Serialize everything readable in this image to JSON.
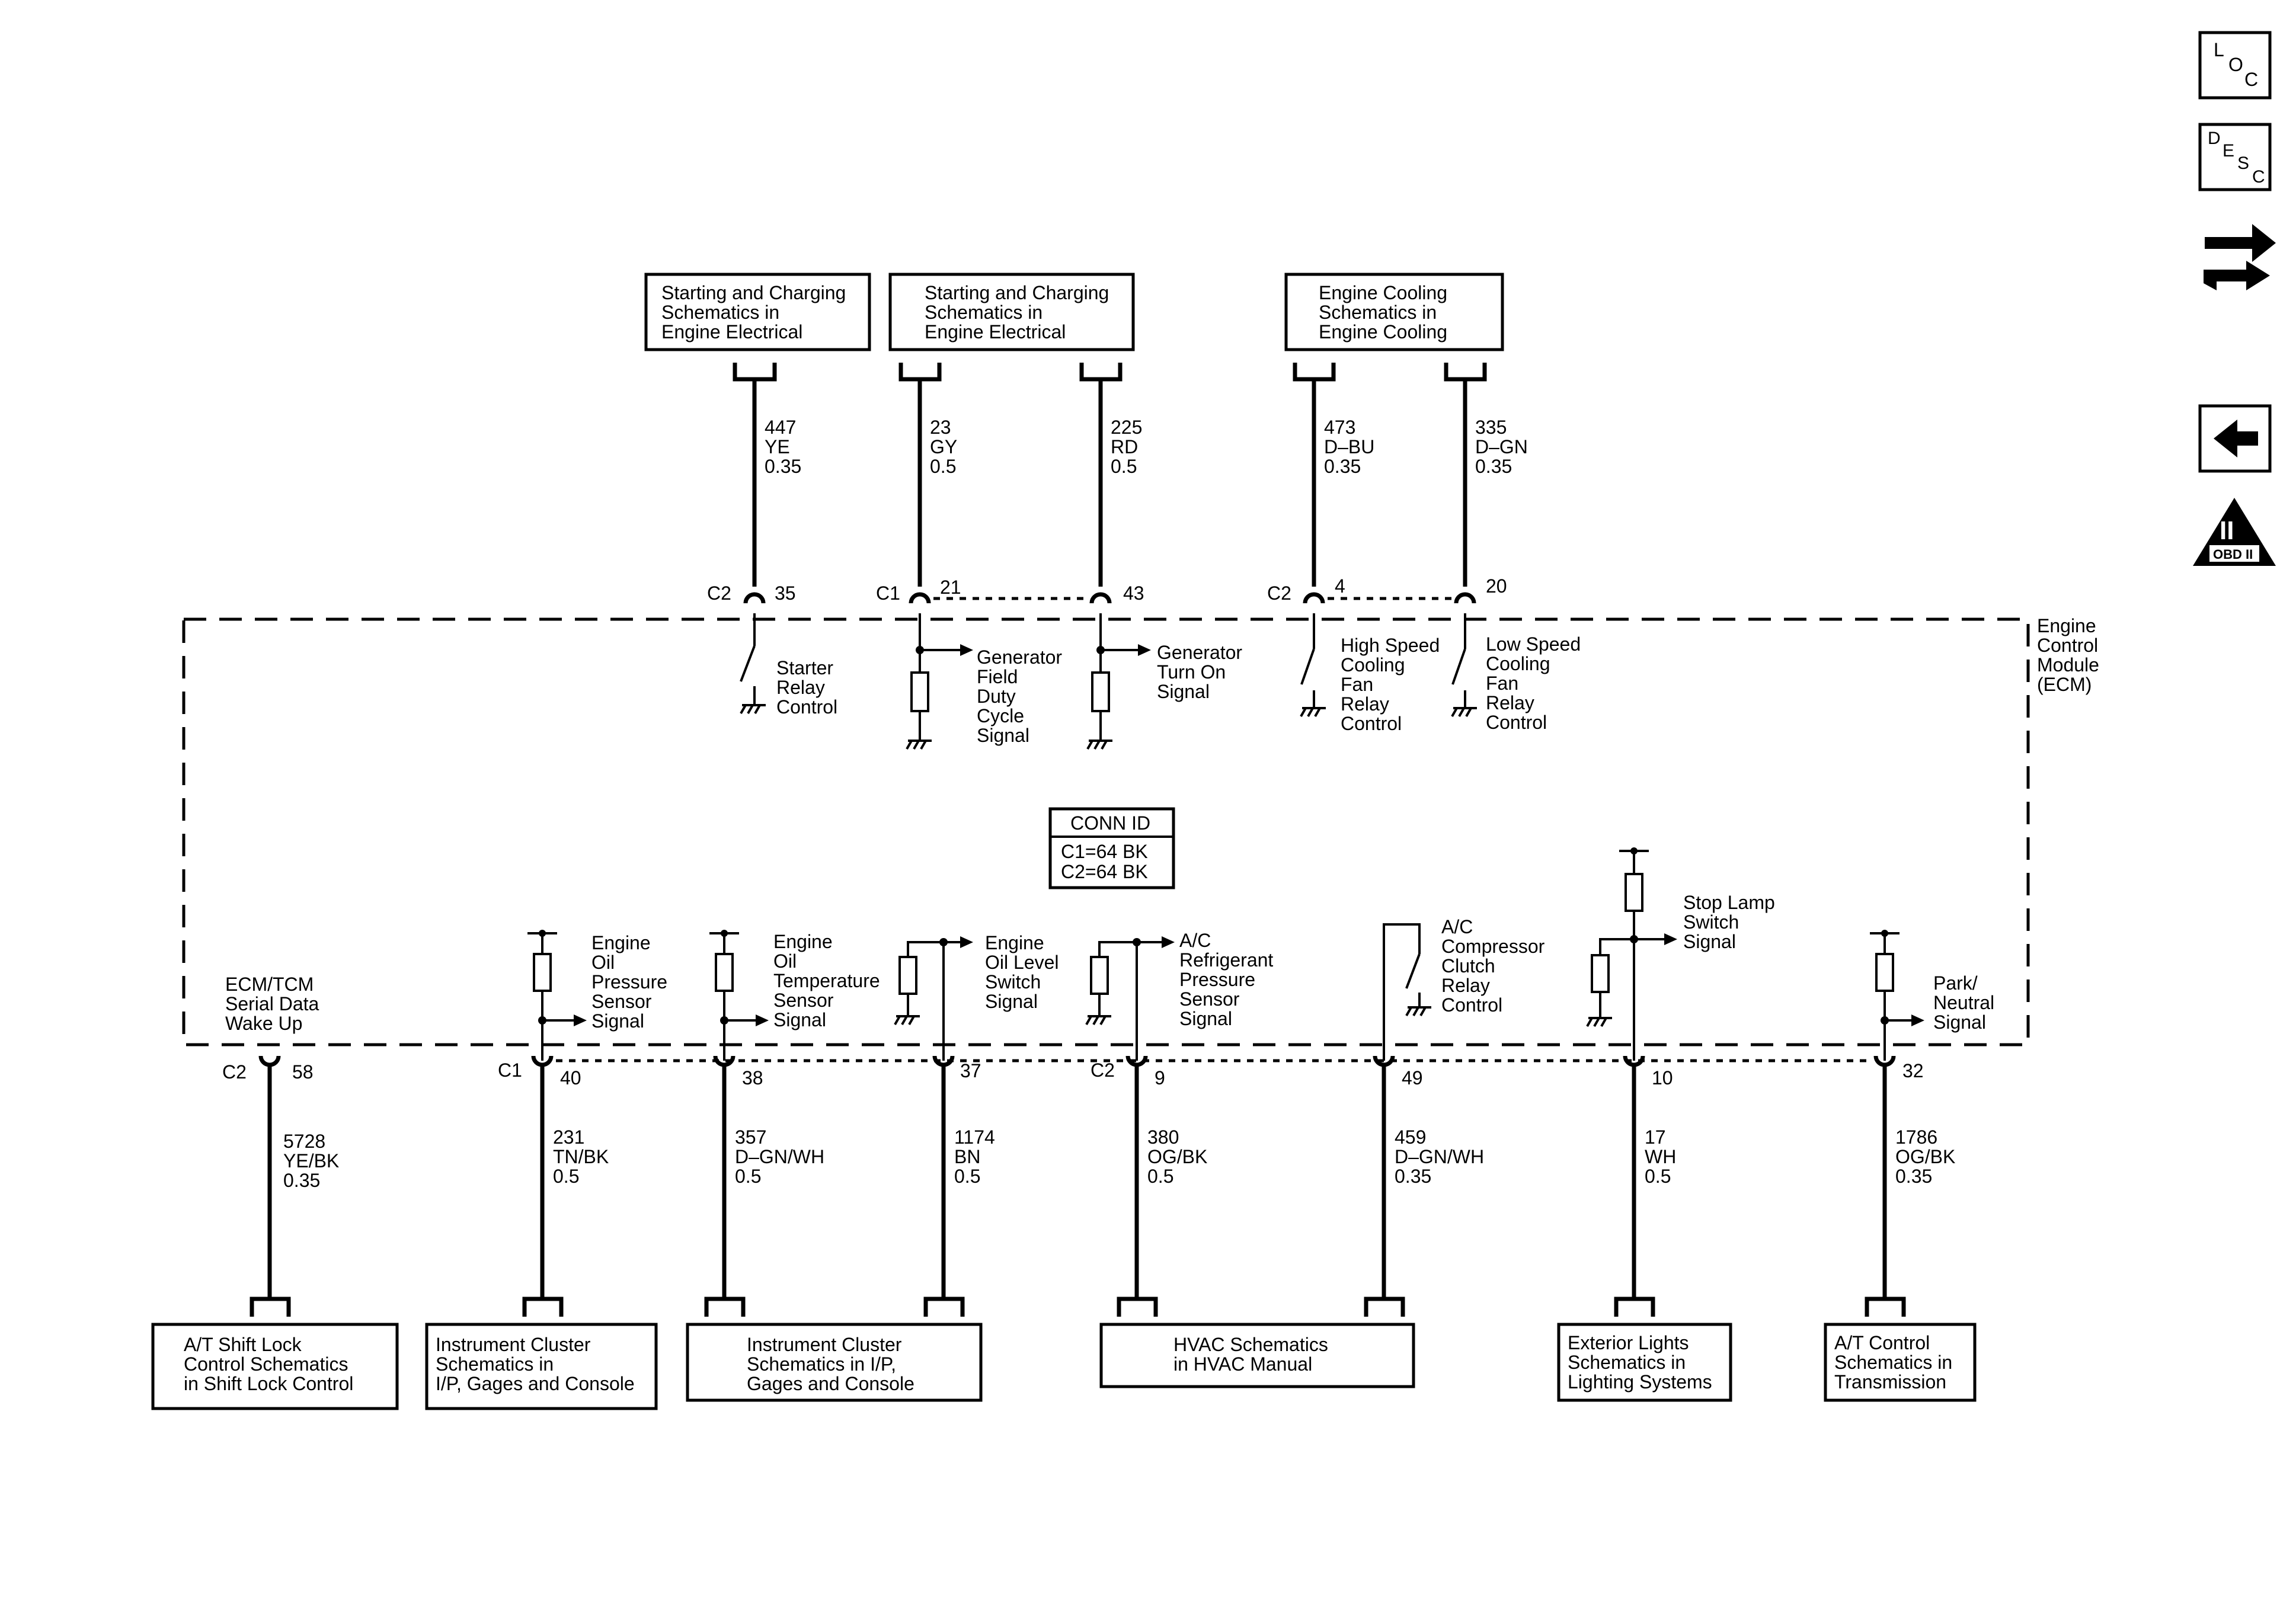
{
  "top_refs": [
    {
      "id": "ref-starting-charging-1",
      "lines": [
        "Starting and Charging",
        "Schematics in",
        "Engine Electrical"
      ]
    },
    {
      "id": "ref-starting-charging-2",
      "lines": [
        "Starting and Charging",
        "Schematics in",
        "Engine Electrical"
      ]
    },
    {
      "id": "ref-engine-cooling",
      "lines": [
        "Engine Cooling",
        "Schematics in",
        "Engine Cooling"
      ]
    }
  ],
  "top_wires": [
    {
      "circuit": "447",
      "color": "YE",
      "gauge": "0.35",
      "connector": "C2",
      "pin": "35",
      "function": [
        "Starter",
        "Relay",
        "Control"
      ]
    },
    {
      "circuit": "23",
      "color": "GY",
      "gauge": "0.5",
      "connector": "C1",
      "pin": "21",
      "function": [
        "Generator",
        "Field",
        "Duty",
        "Cycle",
        "Signal"
      ]
    },
    {
      "circuit": "225",
      "color": "RD",
      "gauge": "0.5",
      "connector": "",
      "pin": "43",
      "function": [
        "Generator",
        "Turn On",
        "Signal"
      ]
    },
    {
      "circuit": "473",
      "color": "D–BU",
      "gauge": "0.35",
      "connector": "C2",
      "pin": "4",
      "function": [
        "High Speed",
        "Cooling",
        "Fan",
        "Relay",
        "Control"
      ]
    },
    {
      "circuit": "335",
      "color": "D–GN",
      "gauge": "0.35",
      "connector": "",
      "pin": "20",
      "function": [
        "Low Speed",
        "Cooling",
        "Fan",
        "Relay",
        "Control"
      ]
    }
  ],
  "module": {
    "lines": [
      "Engine",
      "Control",
      "Module",
      "(ECM)"
    ]
  },
  "conn_id": {
    "title": "CONN ID",
    "lines": [
      "C1=64 BK",
      "C2=64 BK"
    ]
  },
  "bottom_wires": [
    {
      "circuit": "5728",
      "color": "YE/BK",
      "gauge": "0.35",
      "connector": "C2",
      "pin": "58",
      "function": [
        "ECM/TCM",
        "Serial Data",
        "Wake Up"
      ]
    },
    {
      "circuit": "231",
      "color": "TN/BK",
      "gauge": "0.5",
      "connector": "C1",
      "pin": "40",
      "function": [
        "Engine",
        "Oil",
        "Pressure",
        "Sensor",
        "Signal"
      ]
    },
    {
      "circuit": "357",
      "color": "D–GN/WH",
      "gauge": "0.5",
      "connector": "",
      "pin": "38",
      "function": [
        "Engine",
        "Oil",
        "Temperature",
        "Sensor",
        "Signal"
      ]
    },
    {
      "circuit": "1174",
      "color": "BN",
      "gauge": "0.5",
      "connector": "",
      "pin": "37",
      "function": [
        "Engine",
        "Oil Level",
        "Switch",
        "Signal"
      ]
    },
    {
      "circuit": "380",
      "color": "OG/BK",
      "gauge": "0.5",
      "connector": "C2",
      "pin": "9",
      "function": [
        "A/C",
        "Refrigerant",
        "Pressure",
        "Sensor",
        "Signal"
      ]
    },
    {
      "circuit": "459",
      "color": "D–GN/WH",
      "gauge": "0.35",
      "connector": "",
      "pin": "49",
      "function": [
        "A/C",
        "Compressor",
        "Clutch",
        "Relay",
        "Control"
      ]
    },
    {
      "circuit": "17",
      "color": "WH",
      "gauge": "0.5",
      "connector": "",
      "pin": "10",
      "function": [
        "Stop Lamp",
        "Switch",
        "Signal"
      ]
    },
    {
      "circuit": "1786",
      "color": "OG/BK",
      "gauge": "0.35",
      "connector": "",
      "pin": "32",
      "function": [
        "Park/",
        "Neutral",
        "Signal"
      ]
    }
  ],
  "bottom_refs": [
    {
      "id": "ref-shift-lock",
      "lines": [
        "A/T Shift Lock",
        "Control Schematics",
        "in Shift Lock Control"
      ]
    },
    {
      "id": "ref-instrument-cluster-1",
      "lines": [
        "Instrument Cluster",
        "Schematics in",
        "I/P, Gages and Console"
      ]
    },
    {
      "id": "ref-instrument-cluster-2",
      "lines": [
        "Instrument Cluster",
        "Schematics in I/P,",
        "Gages and Console"
      ]
    },
    {
      "id": "ref-hvac",
      "lines": [
        "HVAC Schematics",
        "in HVAC Manual"
      ]
    },
    {
      "id": "ref-exterior-lights",
      "lines": [
        "Exterior Lights",
        "Schematics in",
        "Lighting Systems"
      ]
    },
    {
      "id": "ref-at-control",
      "lines": [
        "A/T Control",
        "Schematics in",
        "Transmission"
      ]
    }
  ],
  "nav": {
    "loc": [
      "L",
      "O",
      "C"
    ],
    "desc": [
      "D",
      "E",
      "S",
      "C"
    ],
    "obd_numeral": "II",
    "obd_label": "OBD II",
    "icons": [
      "loc-icon",
      "desc-icon",
      "connector-flow-icon",
      "back-arrow-icon",
      "obd-ii-icon"
    ]
  }
}
